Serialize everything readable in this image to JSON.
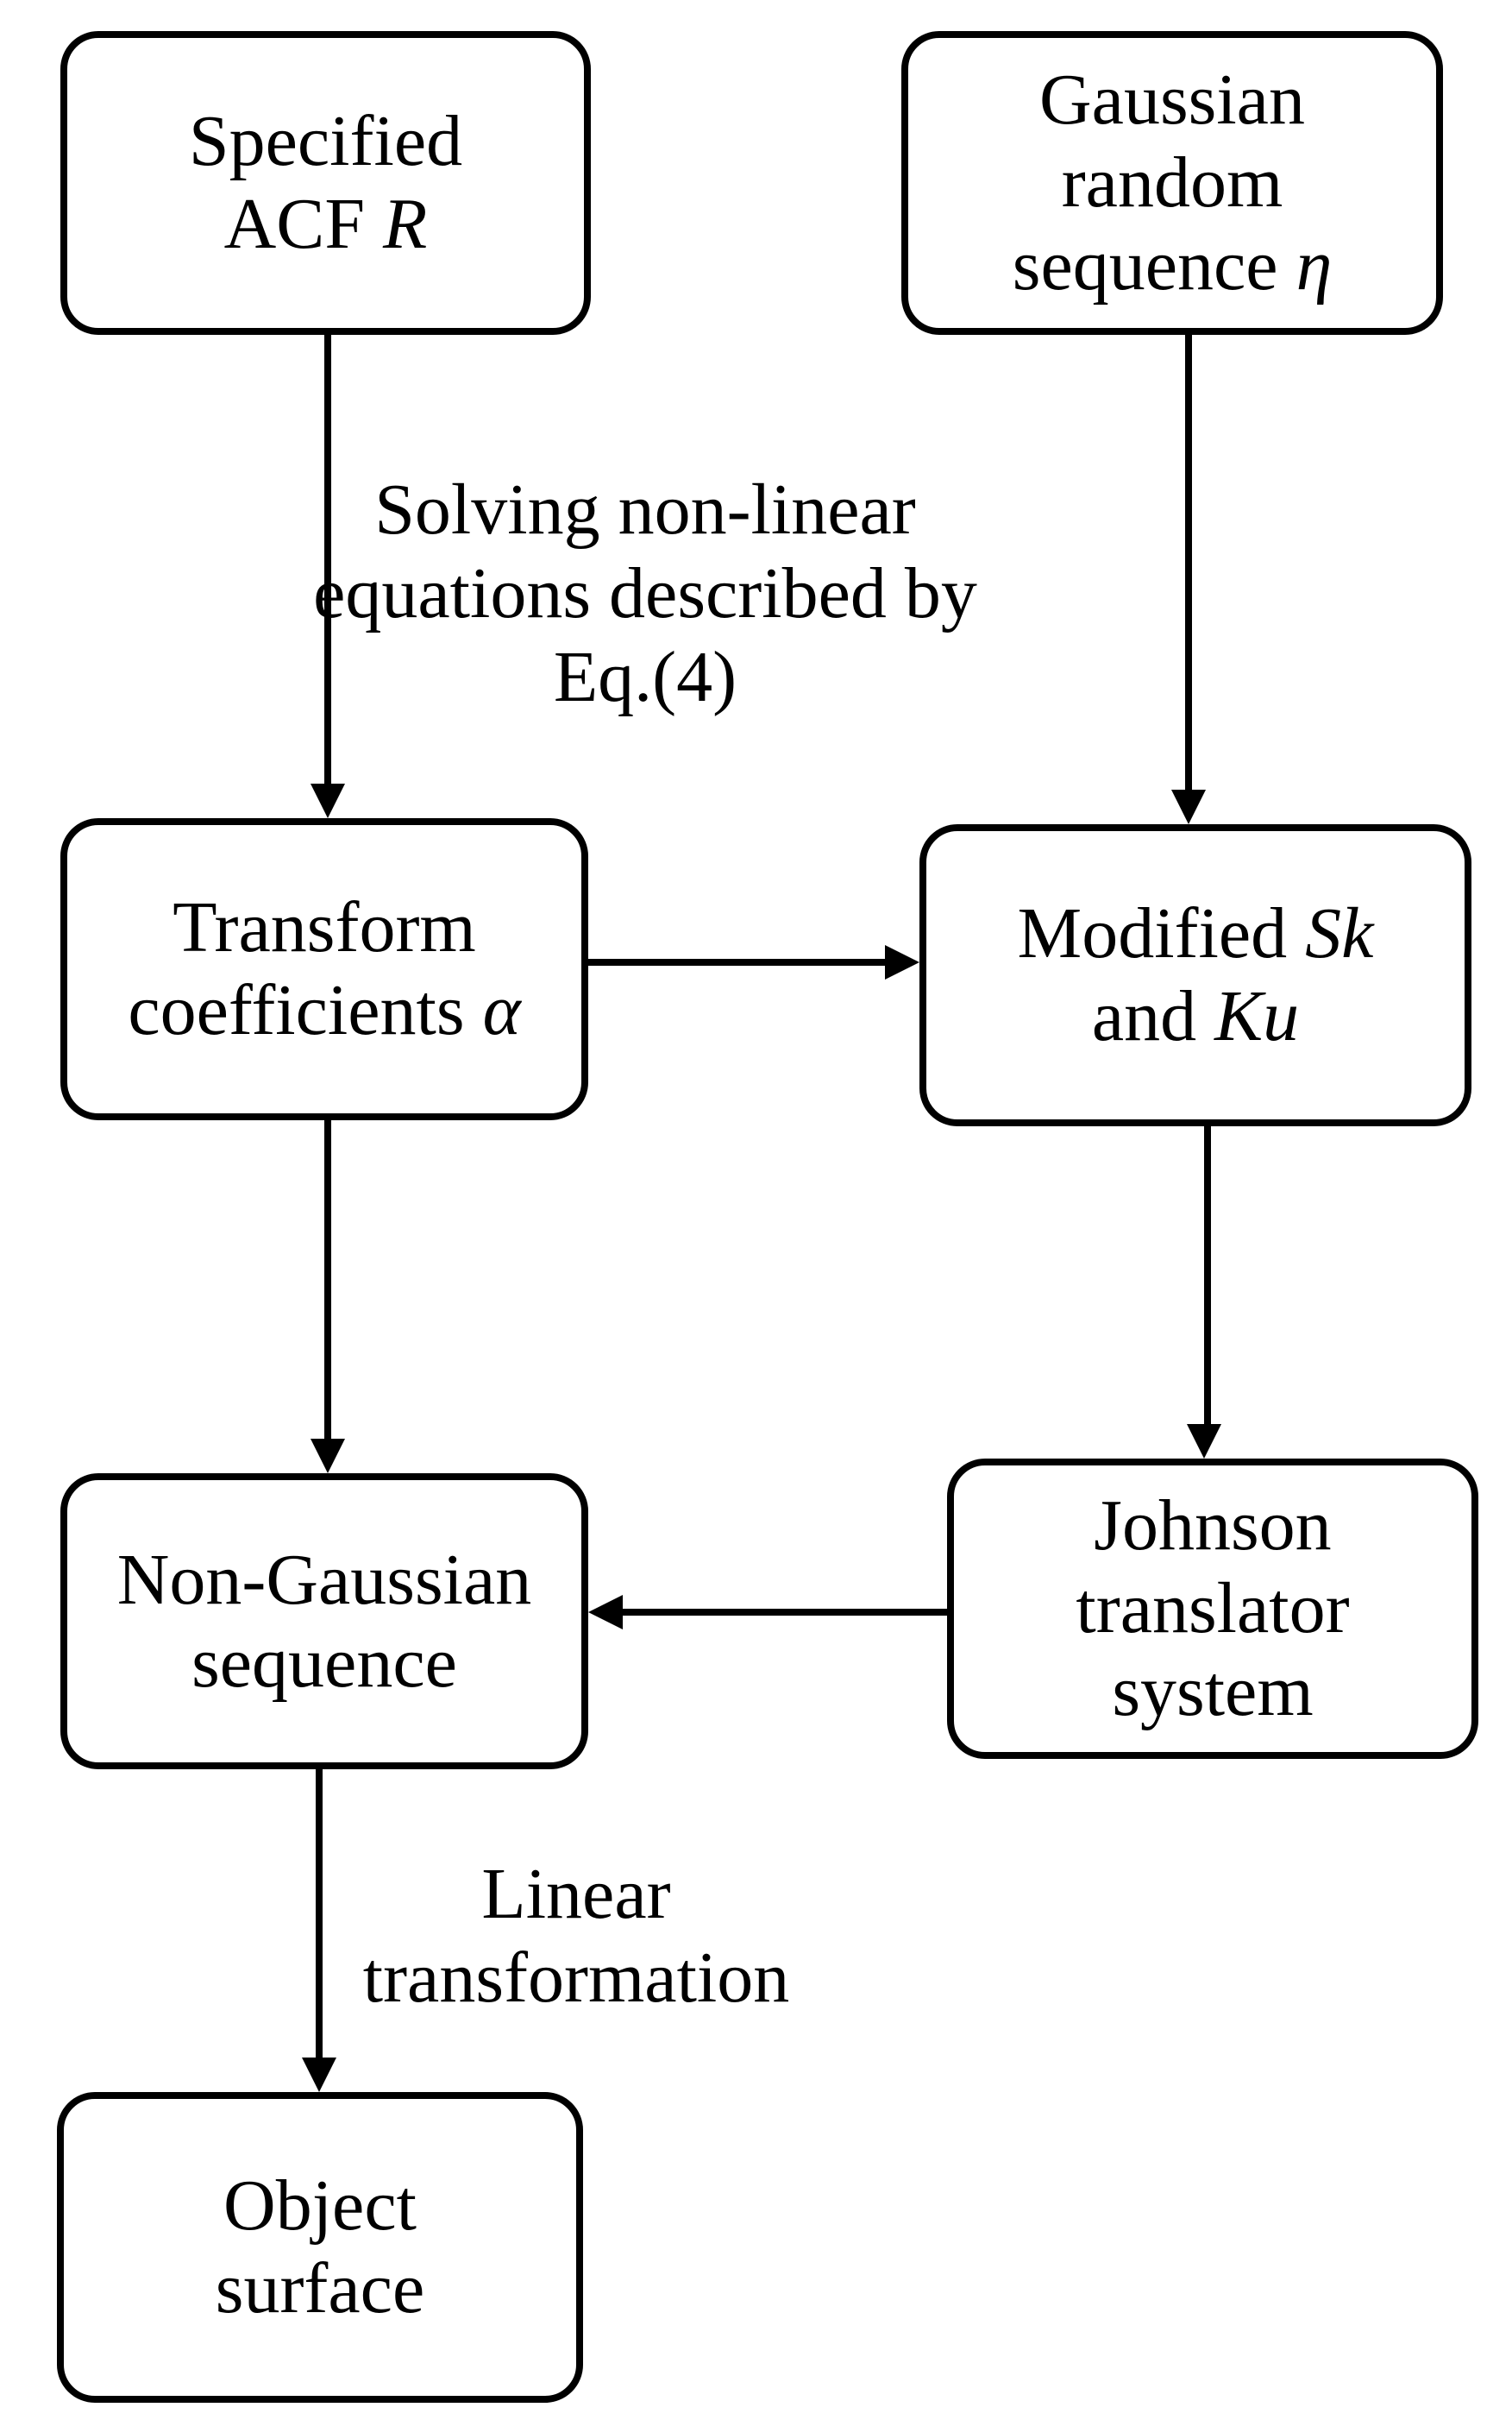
{
  "colors": {
    "ink": "#000000",
    "background": "#ffffff"
  },
  "nodes": [
    {
      "id": "specified-acf",
      "lines": [
        {
          "parts": [
            {
              "t": "Specified",
              "i": false
            }
          ]
        },
        {
          "parts": [
            {
              "t": "ACF ",
              "i": false
            },
            {
              "t": "R",
              "i": true
            }
          ]
        }
      ]
    },
    {
      "id": "gaussian-random-sequence",
      "lines": [
        {
          "parts": [
            {
              "t": "Gaussian",
              "i": false
            }
          ]
        },
        {
          "parts": [
            {
              "t": "random",
              "i": false
            }
          ]
        },
        {
          "parts": [
            {
              "t": "sequence ",
              "i": false
            },
            {
              "t": "η",
              "i": true
            }
          ]
        }
      ]
    },
    {
      "id": "transform-coefficients",
      "lines": [
        {
          "parts": [
            {
              "t": "Transform",
              "i": false
            }
          ]
        },
        {
          "parts": [
            {
              "t": "coefficients ",
              "i": false
            },
            {
              "t": "α",
              "i": true
            }
          ]
        }
      ]
    },
    {
      "id": "modified-sk-ku",
      "lines": [
        {
          "parts": [
            {
              "t": "Modified ",
              "i": false
            },
            {
              "t": "Sk",
              "i": true
            }
          ]
        },
        {
          "parts": [
            {
              "t": "and ",
              "i": false
            },
            {
              "t": "Ku",
              "i": true
            }
          ]
        }
      ]
    },
    {
      "id": "non-gaussian-sequence",
      "lines": [
        {
          "parts": [
            {
              "t": "Non-Gaussian",
              "i": false
            }
          ]
        },
        {
          "parts": [
            {
              "t": "sequence",
              "i": false
            }
          ]
        }
      ]
    },
    {
      "id": "johnson-translator-system",
      "lines": [
        {
          "parts": [
            {
              "t": "Johnson",
              "i": false
            }
          ]
        },
        {
          "parts": [
            {
              "t": "translator",
              "i": false
            }
          ]
        },
        {
          "parts": [
            {
              "t": "system",
              "i": false
            }
          ]
        }
      ]
    },
    {
      "id": "object-surface",
      "lines": [
        {
          "parts": [
            {
              "t": "Object",
              "i": false
            }
          ]
        },
        {
          "parts": [
            {
              "t": "surface",
              "i": false
            }
          ]
        }
      ]
    }
  ],
  "edge_labels": [
    {
      "id": "eq4",
      "lines": [
        "Solving non-linear",
        "equations described by",
        "Eq.(4)"
      ]
    },
    {
      "id": "linear",
      "lines": [
        "Linear",
        "transformation"
      ]
    }
  ],
  "edges": [
    {
      "from": "specified-acf",
      "to": "transform-coefficients",
      "label": "eq4"
    },
    {
      "from": "gaussian-random-sequence",
      "to": "modified-sk-ku"
    },
    {
      "from": "transform-coefficients",
      "to": "modified-sk-ku"
    },
    {
      "from": "modified-sk-ku",
      "to": "johnson-translator-system"
    },
    {
      "from": "johnson-translator-system",
      "to": "non-gaussian-sequence"
    },
    {
      "from": "non-gaussian-sequence",
      "to": "object-surface",
      "label": "linear"
    }
  ]
}
